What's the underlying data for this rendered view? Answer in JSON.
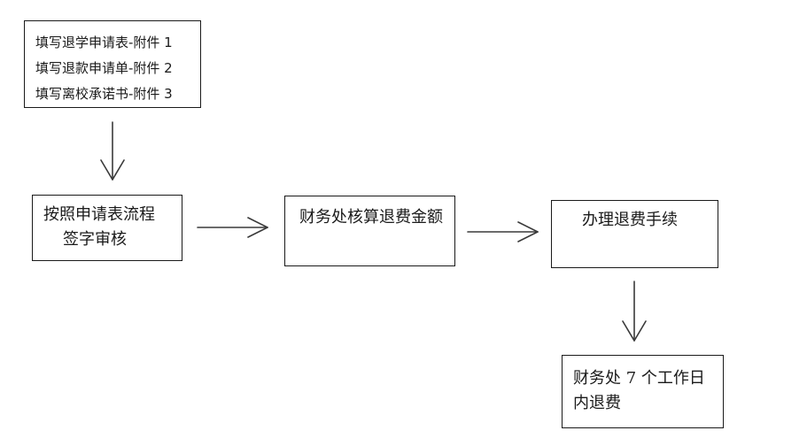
{
  "steps": {
    "forms": {
      "line1": "填写退学申请表-附件 1",
      "line2": "填写退款申请单-附件 2",
      "line3": "填写离校承诺书-附件 3"
    },
    "approval": {
      "line1": "按照申请表流程",
      "line2": "签字审核"
    },
    "calculate": {
      "text": "财务处核算退费金额"
    },
    "procedure": {
      "text": "办理退费手续"
    },
    "refund": {
      "text": "财务处 7 个工作日内退费"
    }
  }
}
